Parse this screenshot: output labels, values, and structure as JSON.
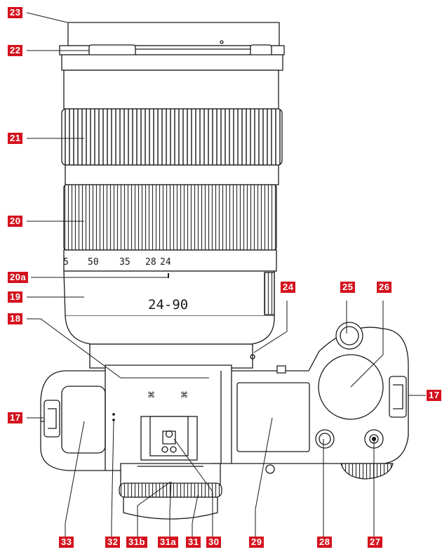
{
  "diagram": {
    "lens_scale": [
      "50",
      "35",
      "28",
      "24"
    ],
    "lens_scale_partial": "5",
    "lens_model": "24-90",
    "callouts": {
      "c23": "23",
      "c22": "22",
      "c21": "21",
      "c20": "20",
      "c20a": "20a",
      "c19": "19",
      "c18": "18",
      "c17_left": "17",
      "c33": "33",
      "c32": "32",
      "c31b": "31b",
      "c31a": "31a",
      "c31": "31",
      "c30": "30",
      "c29": "29",
      "c28": "28",
      "c27": "27",
      "c17_right": "17",
      "c24": "24",
      "c25": "25",
      "c26": "26"
    }
  }
}
